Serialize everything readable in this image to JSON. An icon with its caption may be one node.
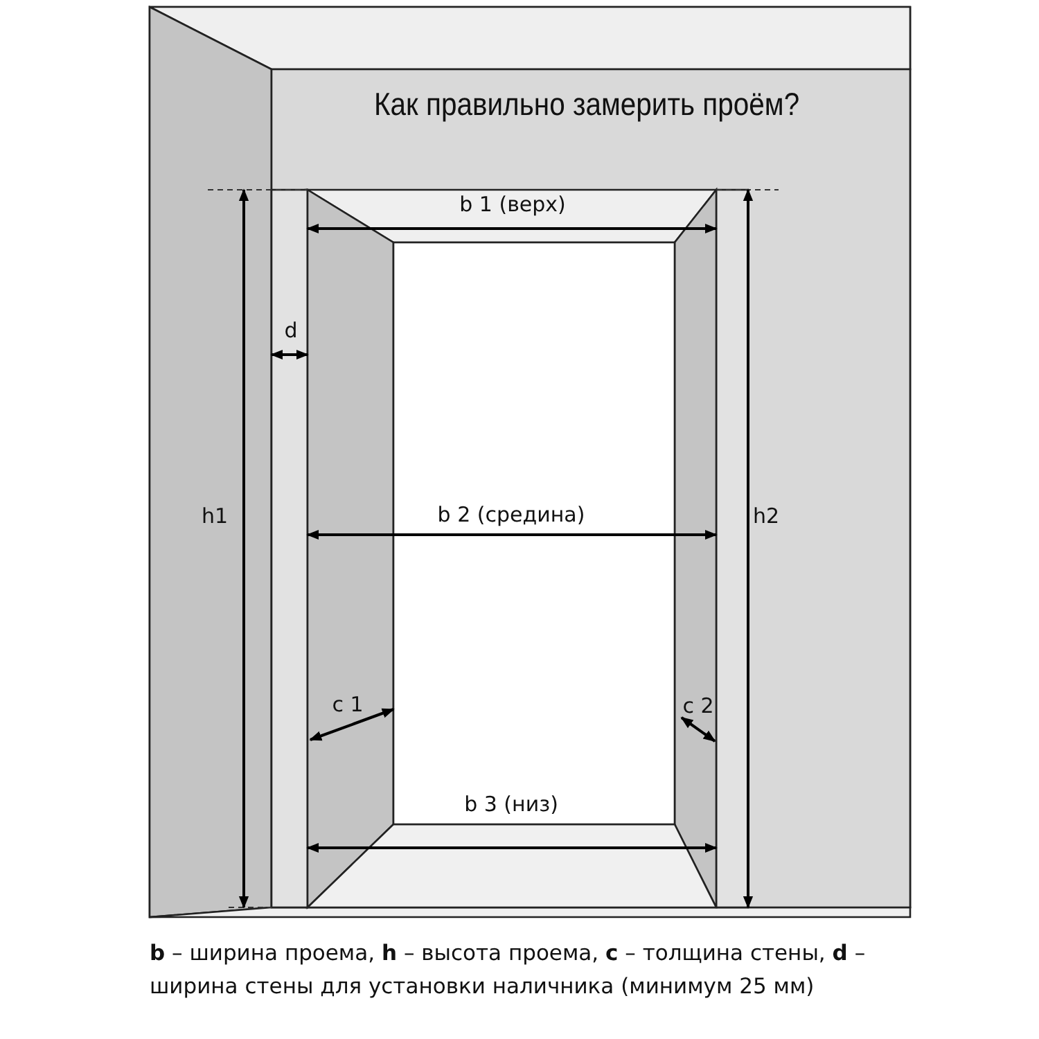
{
  "diagram": {
    "title": "Как правильно замерить проём?",
    "caption": "**b** – ширина проема,   **h** – высота проема,   **c** – толщина стены, **d** – ширина стены для установки наличника (минимум 25 мм)",
    "labels": [
      "b 1 (верх)",
      "d",
      "h1",
      "b 2 (средина)",
      "h2",
      "c 1",
      "c 2",
      "b 3 (низ)"
    ]
  }
}
